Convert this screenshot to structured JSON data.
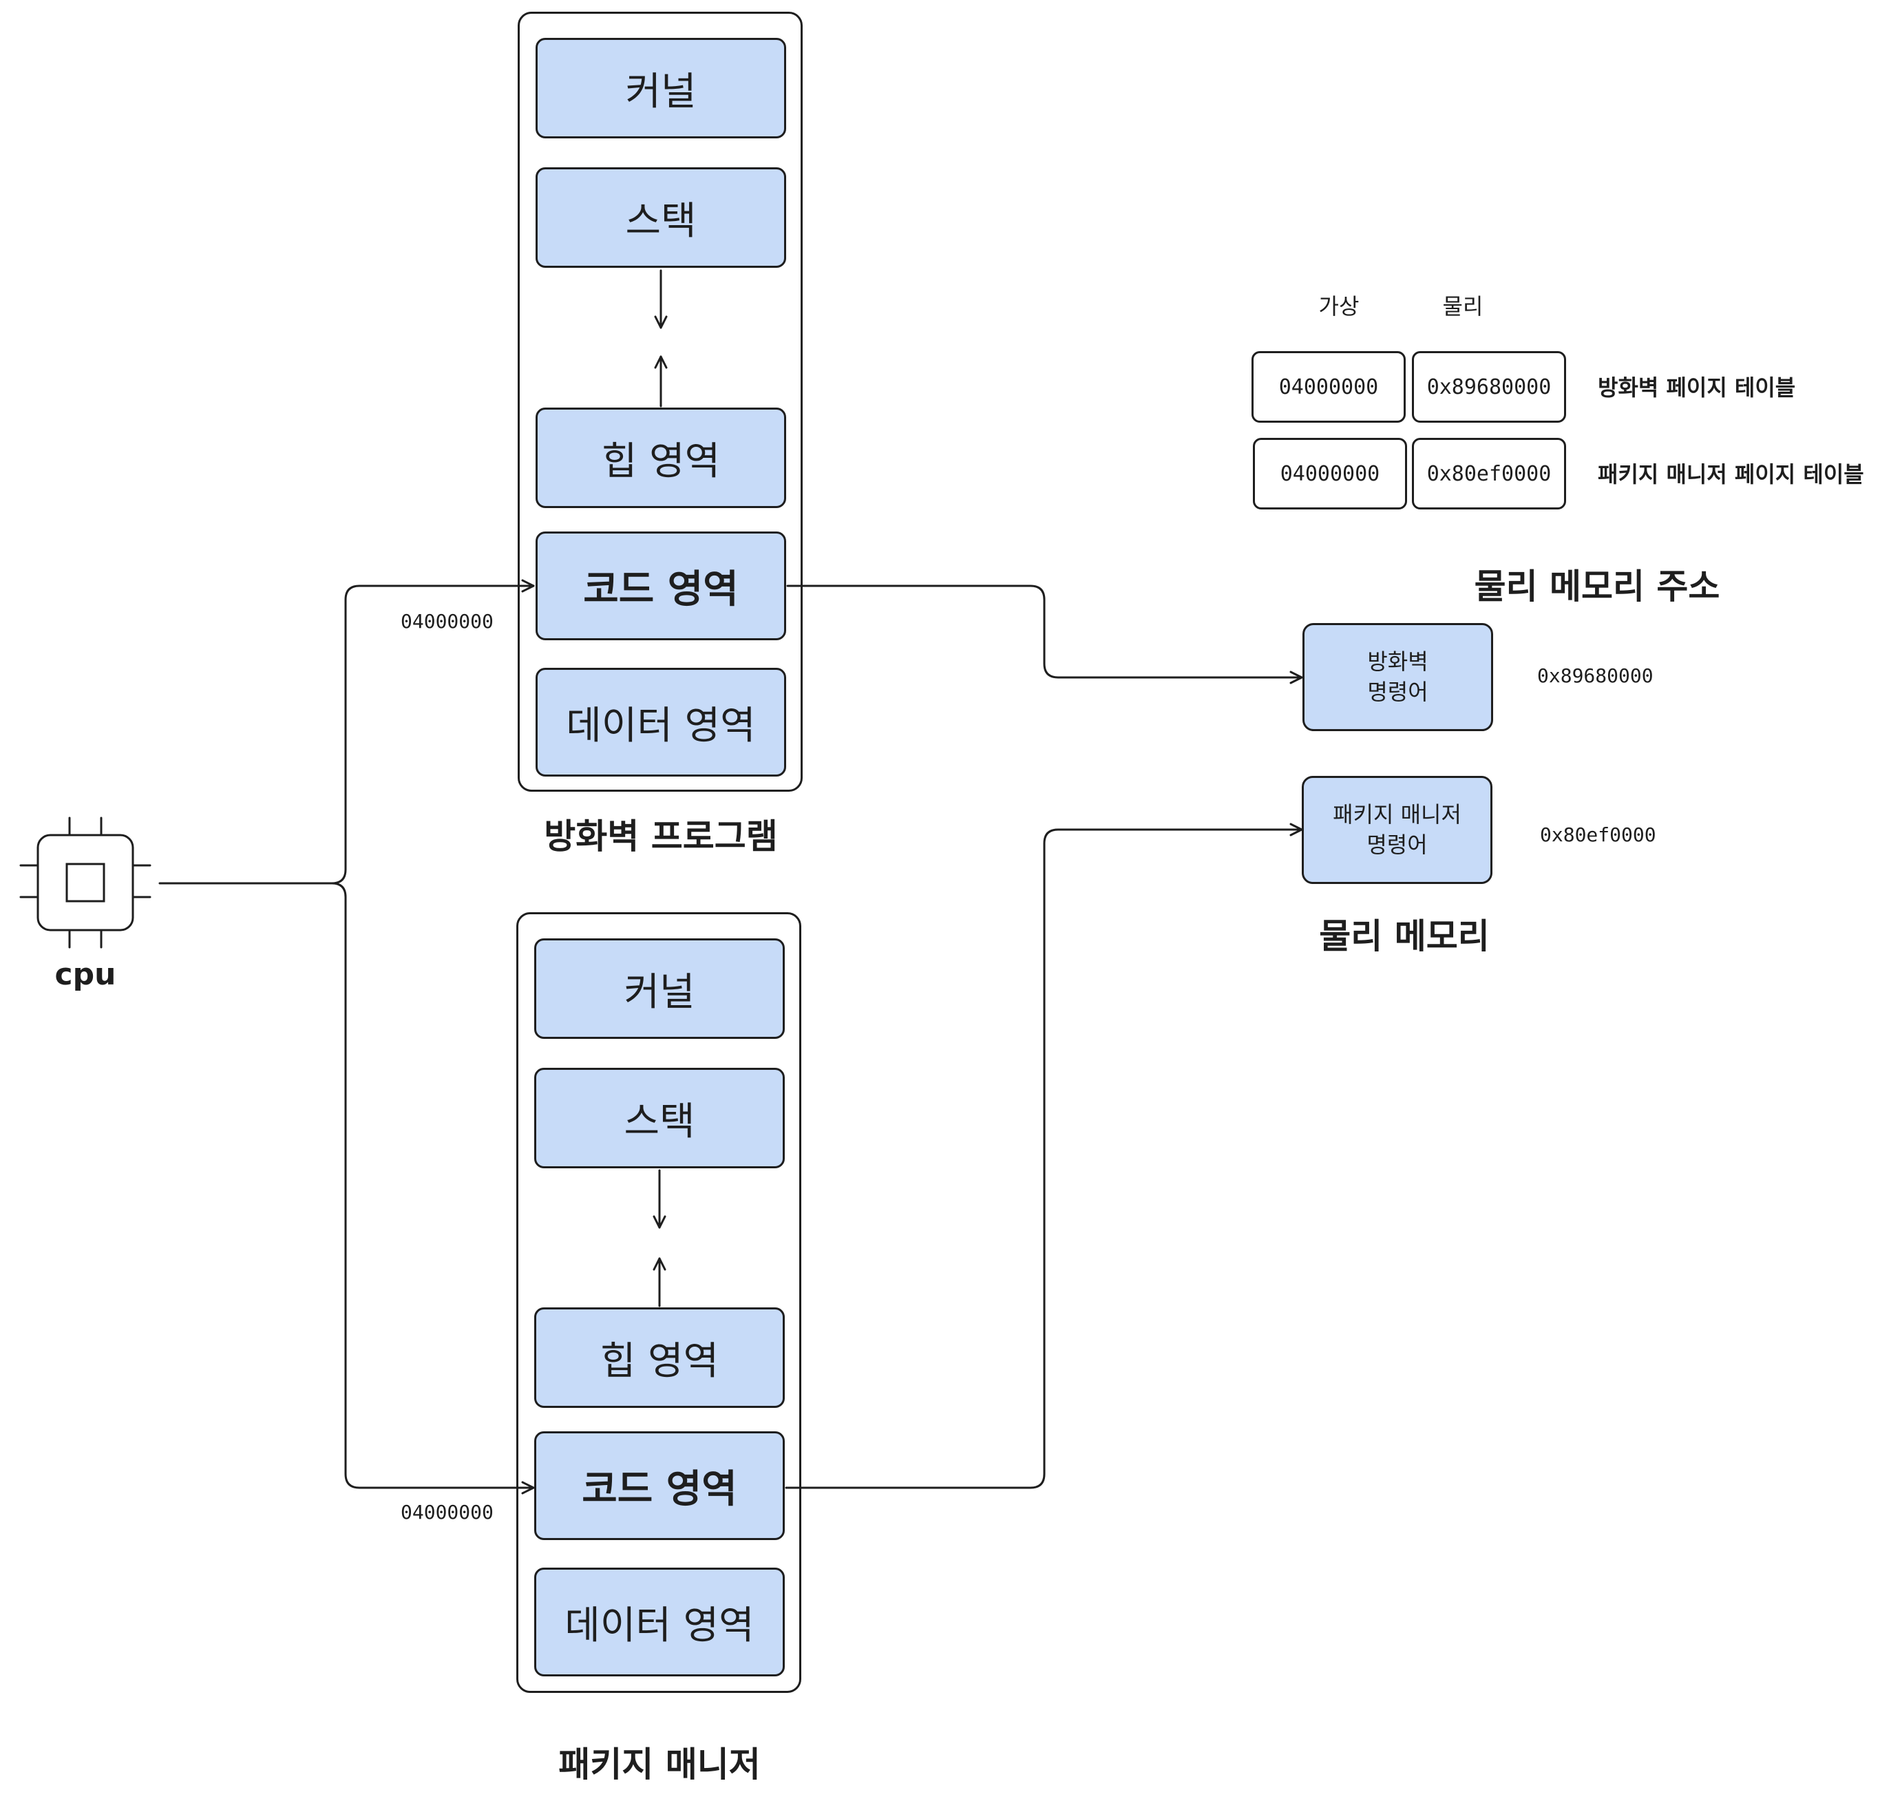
{
  "cpu": {
    "label": "cpu"
  },
  "programs": [
    {
      "title": "방화벽 프로그램",
      "segments": {
        "kernel": "커널",
        "stack": "스택",
        "heap": "힙 영역",
        "code": "코드 영역",
        "data": "데이터 영역"
      },
      "virtual_address": "04000000"
    },
    {
      "title": "패키지 매니저",
      "segments": {
        "kernel": "커널",
        "stack": "스택",
        "heap": "힙 영역",
        "code": "코드 영역",
        "data": "데이터 영역"
      },
      "virtual_address": "04000000"
    }
  ],
  "page_tables": {
    "headers": {
      "virtual": "가상",
      "physical": "물리"
    },
    "rows": [
      {
        "virtual": "04000000",
        "physical": "0x89680000",
        "label": "방화벽 페이지 테이블"
      },
      {
        "virtual": "04000000",
        "physical": "0x80ef0000",
        "label": "패키지 매니저 페이지 테이블"
      }
    ]
  },
  "physical_memory": {
    "address_title": "물리 메모리 주소",
    "title": "물리 메모리",
    "blocks": [
      {
        "line1": "방화벽",
        "line2": "명령어",
        "address": "0x89680000"
      },
      {
        "line1": "패키지 매니저",
        "line2": "명령어",
        "address": "0x80ef0000"
      }
    ]
  },
  "colors": {
    "segment_fill": "#c7dbf8",
    "stroke": "#1e1e1e",
    "background": "#ffffff"
  }
}
